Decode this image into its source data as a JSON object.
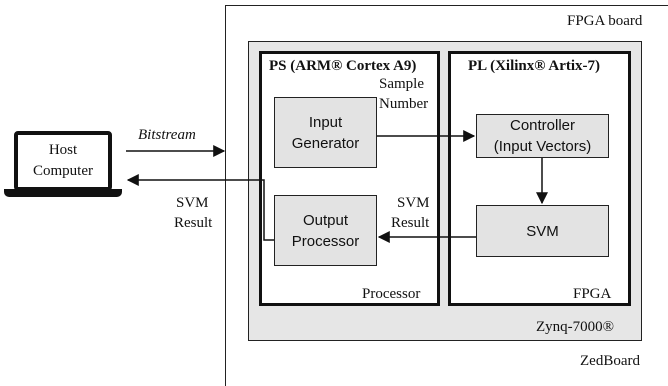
{
  "labels": {
    "fpga_board": "FPGA board",
    "zedboard": "ZedBoard",
    "zynq": "Zynq-7000®",
    "ps_title": "PS (ARM® Cortex A9)",
    "pl_title": "PL (Xilinx® Artix-7)",
    "processor": "Processor",
    "fpga": "FPGA",
    "sample_number_1": "Sample",
    "sample_number_2": "Number",
    "svm_result_right_1": "SVM",
    "svm_result_right_2": "Result",
    "svm_result_left_1": "SVM",
    "svm_result_left_2": "Result",
    "bitstream": "Bitstream"
  },
  "blocks": {
    "host_line1": "Host",
    "host_line2": "Computer",
    "input_gen_line1": "Input",
    "input_gen_line2": "Generator",
    "output_proc_line1": "Output",
    "output_proc_line2": "Processor",
    "controller_line1": "Controller",
    "controller_line2": "(Input Vectors)",
    "svm": "SVM"
  }
}
